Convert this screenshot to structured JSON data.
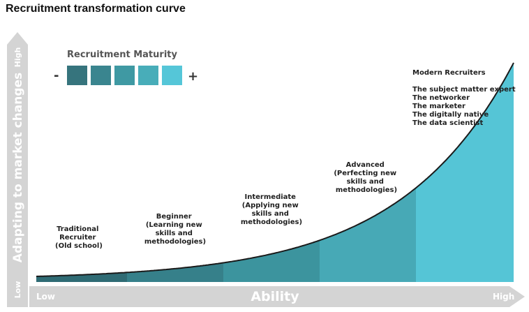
{
  "page": {
    "title": "Recruitment transformation curve"
  },
  "axes": {
    "x_label": "Ability",
    "x_low": "Low",
    "x_high": "High",
    "y_label": "Adapting to market changes",
    "y_low": "Low",
    "y_high": "High"
  },
  "legend": {
    "title": "Recruitment Maturity",
    "minus": "-",
    "plus": "+",
    "swatches": [
      "#36747d",
      "#3a858f",
      "#3f99a3",
      "#48adb9",
      "#55c6d8"
    ]
  },
  "stages": [
    {
      "lines": [
        "Traditional",
        "Recruiter",
        "(Old school)"
      ],
      "color": "#2f6b74"
    },
    {
      "lines": [
        "Beginner",
        "(Learning new",
        "skills and",
        "methodologies)"
      ],
      "color": "#36808a"
    },
    {
      "lines": [
        "Intermediate",
        "(Applying new",
        "skills and",
        "methodologies)"
      ],
      "color": "#3c949e"
    },
    {
      "lines": [
        "Advanced",
        "(Perfecting new",
        "skills and",
        "methodologies)"
      ],
      "color": "#47a9b6"
    },
    {
      "lines": [
        "Modern Recruiters"
      ],
      "color": "#55c5d6"
    }
  ],
  "modern_roles": [
    "The subject matter expert",
    "The networker",
    "The marketer",
    "The digitally native",
    "The data scientist"
  ],
  "colors": {
    "axis_gray": "#d4d4d4",
    "curve_line": "#1a1a1a"
  }
}
